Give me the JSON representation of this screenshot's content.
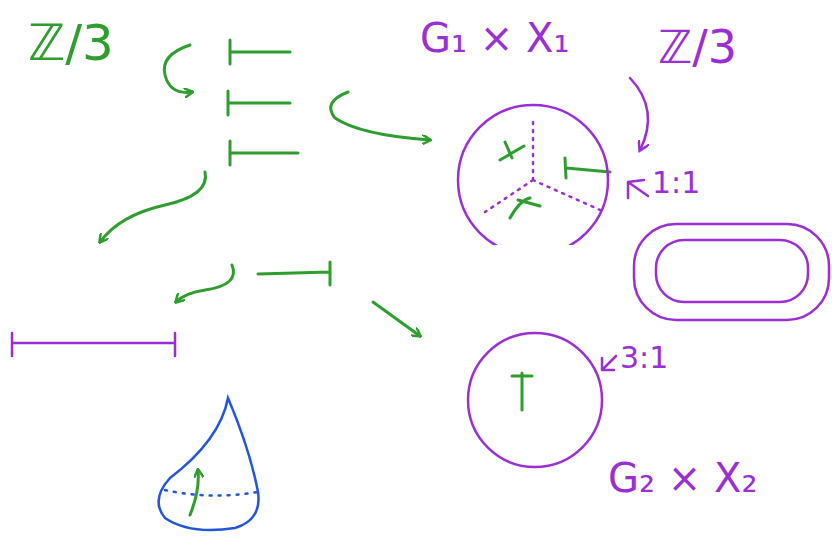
{
  "diagram": {
    "nodes": [
      {
        "text": [
          "G₁ × X₁"
        ]
      },
      {
        "text": [
          "G₂ × X₂"
        ]
      }
    ],
    "labels": [
      "ℤ/3",
      "ℤ/3",
      "1:1",
      "3:1"
    ]
  }
}
